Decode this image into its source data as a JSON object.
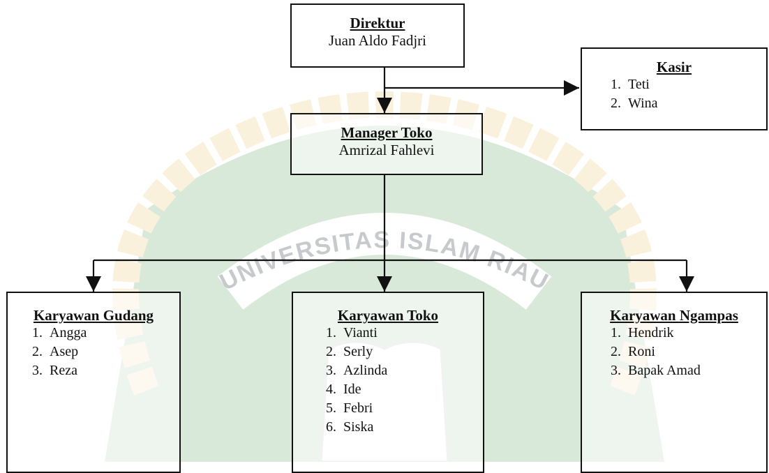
{
  "watermark": {
    "arc_text": "UNIVERSITAS ISLAM RIAU"
  },
  "direktur": {
    "title": "Direktur",
    "name": "Juan Aldo Fadjri"
  },
  "manager": {
    "title": "Manager Toko",
    "name": "Amrizal Fahlevi"
  },
  "kasir": {
    "title": "Kasir",
    "members": [
      "Teti",
      "Wina"
    ]
  },
  "gudang": {
    "title": "Karyawan Gudang",
    "members": [
      "Angga",
      "Asep",
      "Reza"
    ]
  },
  "toko": {
    "title": "Karyawan Toko",
    "members": [
      "Vianti",
      "Serly",
      "Azlinda",
      "Ide",
      "Febri",
      "Siska"
    ]
  },
  "ngampas": {
    "title": "Karyawan Ngampas",
    "members": [
      "Hendrik",
      "Roni",
      "Bapak Amad"
    ]
  },
  "numbers": [
    "1.",
    "2.",
    "3.",
    "4.",
    "5.",
    "6."
  ],
  "colors": {
    "watermark_green": "#2e8b3a",
    "watermark_gold": "#e8b84a",
    "line": "#111111"
  }
}
